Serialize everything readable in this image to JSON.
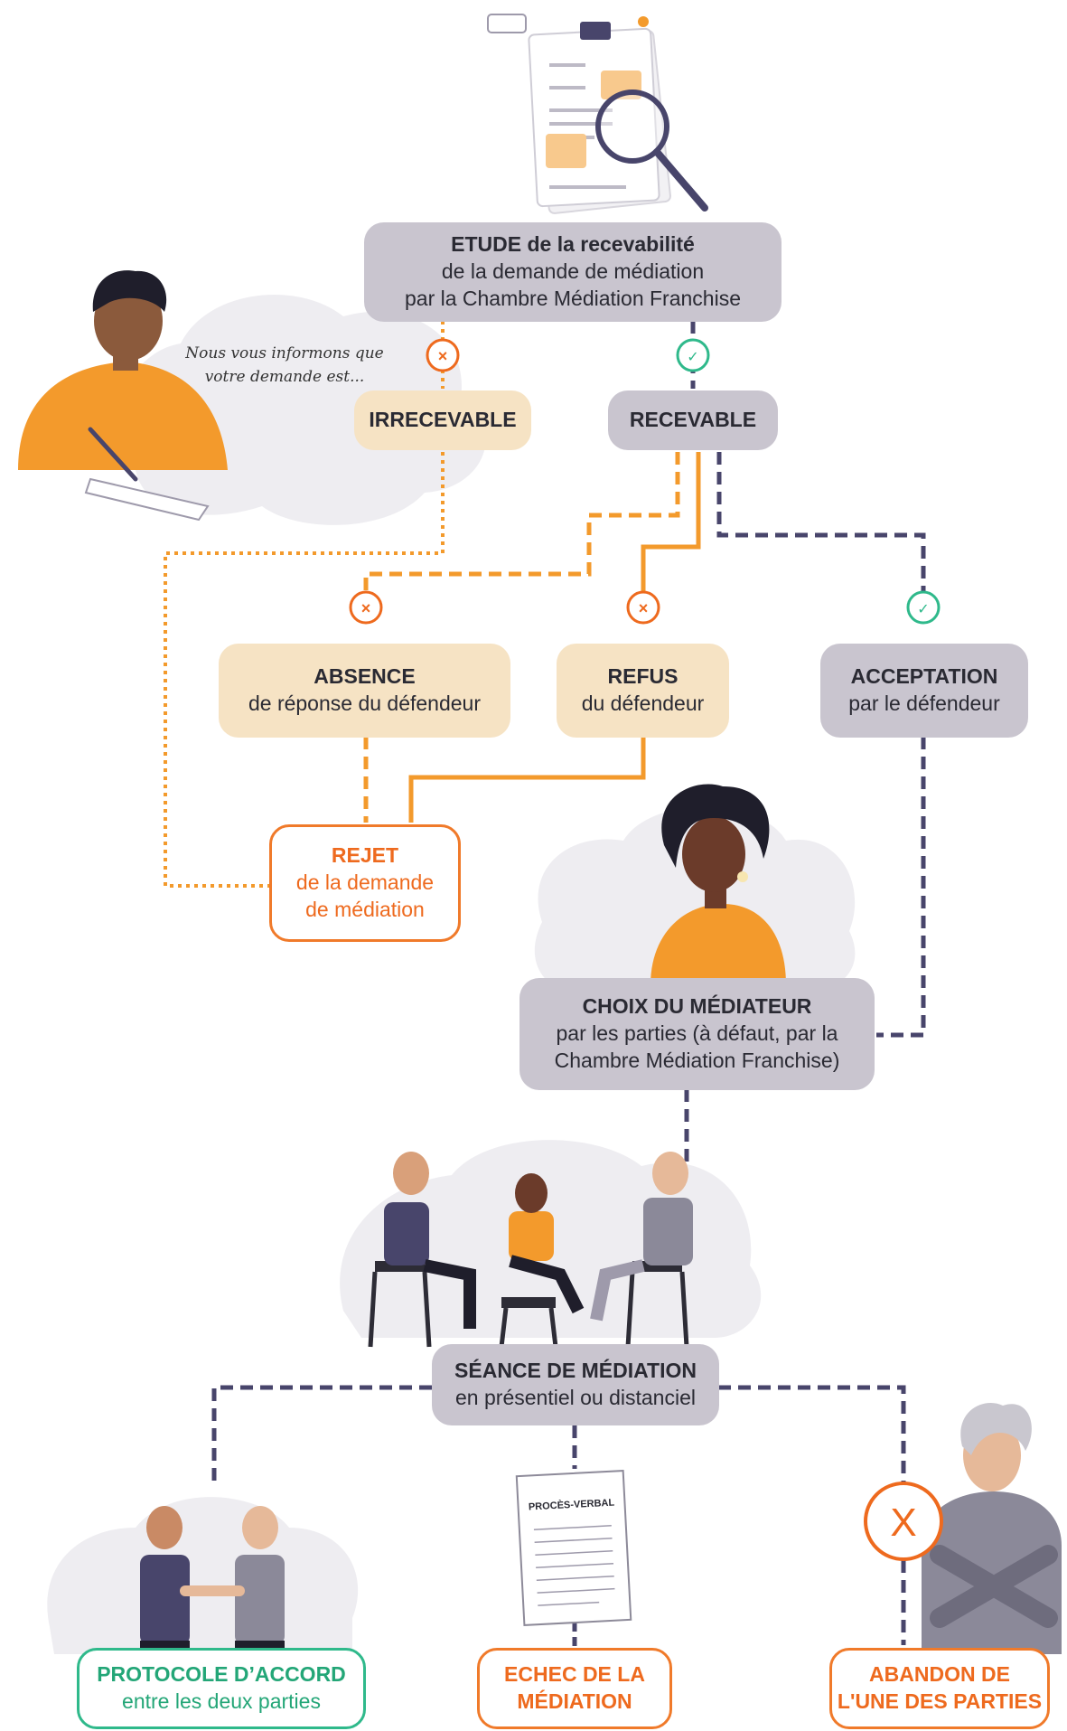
{
  "colors": {
    "orange": "#f39a2c",
    "orange_dark": "#ee6a1e",
    "green": "#2fb98b",
    "navy": "#48456b",
    "grey_box": "#c9c5cf",
    "beige_box": "#f6e3c4"
  },
  "speech_bubble": {
    "line1": "Nous vous informons que",
    "line2": "votre demande est..."
  },
  "nodes": {
    "etude": {
      "title": "ETUDE de la recevabilité",
      "line2": "de la demande de médiation",
      "line3": "par la Chambre Médiation Franchise"
    },
    "irrecevable": {
      "title": "IRRECEVABLE"
    },
    "recevable": {
      "title": "RECEVABLE"
    },
    "absence": {
      "title": "ABSENCE",
      "subtitle": "de réponse du défendeur"
    },
    "refus": {
      "title": "REFUS",
      "subtitle": "du défendeur"
    },
    "acceptation": {
      "title": "ACCEPTATION",
      "subtitle": "par le défendeur"
    },
    "rejet": {
      "title": "REJET",
      "line2": "de la demande",
      "line3": "de médiation"
    },
    "choix": {
      "title": "CHOIX DU MÉDIATEUR",
      "line2": "par les parties (à défaut, par la",
      "line3": "Chambre Médiation Franchise)"
    },
    "seance": {
      "title": "SÉANCE DE MÉDIATION",
      "subtitle": "en présentiel ou distanciel"
    },
    "protocole": {
      "title": "PROTOCOLE D’ACCORD",
      "subtitle": "entre les deux parties"
    },
    "echec": {
      "title": "ECHEC DE LA",
      "subtitle": "MÉDIATION"
    },
    "abandon": {
      "title": "ABANDON DE",
      "subtitle": "L'UNE DES PARTIES"
    }
  },
  "document_label": "PROCÈS-VERBAL",
  "icons": {
    "x": "×",
    "check": "✓",
    "big_x": "X"
  }
}
